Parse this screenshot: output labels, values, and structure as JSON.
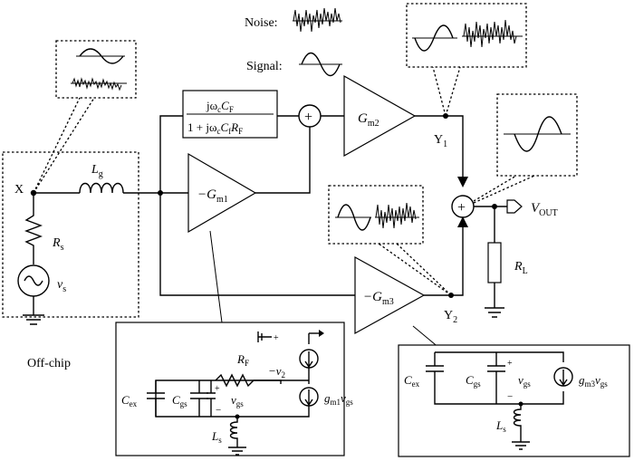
{
  "offchip": {
    "label": "Off-chip",
    "node_x": "X",
    "rs": {
      "base": "R",
      "sub": "s"
    },
    "vs": {
      "base": "v",
      "sub": "s"
    }
  },
  "inductor_lg": {
    "base": "L",
    "sub": "g"
  },
  "filter": {
    "num_prefix": "jω",
    "num_sub": "c",
    "num_c": "C",
    "num_c_sub": "F",
    "den_prefix": "1 + jω",
    "den_sub": "c",
    "den_c": "C",
    "den_c_sub": "f",
    "den_r": "R",
    "den_r_sub": "F"
  },
  "legend": {
    "noise": "Noise:",
    "signal": "Signal:"
  },
  "amplifiers": {
    "gm1": {
      "base": "−G",
      "sub": "m1"
    },
    "gm2": {
      "base": "G",
      "sub": "m2"
    },
    "gm3": {
      "base": "−G",
      "sub": "m3"
    }
  },
  "nodes": {
    "y1": {
      "base": "Y",
      "sub": "1"
    },
    "y2": {
      "base": "Y",
      "sub": "2"
    }
  },
  "output": {
    "vout": {
      "base": "V",
      "sub": "OUT"
    },
    "rl": {
      "base": "R",
      "sub": "L"
    }
  },
  "sum_symbol": "+",
  "inset_left": {
    "rf": {
      "base": "R",
      "sub": "F"
    },
    "cex": {
      "base": "C",
      "sub": "ex"
    },
    "cgs": {
      "base": "C",
      "sub": "gs"
    },
    "vgs": {
      "base": "v",
      "sub": "gs"
    },
    "v2": {
      "base": "−v",
      "sub": "2"
    },
    "src": {
      "base": "g",
      "sub": "m1",
      "tail": "v",
      "tail_sub": "gs"
    },
    "ls": {
      "base": "L",
      "sub": "s"
    },
    "plus": "+",
    "minus": "−"
  },
  "inset_right": {
    "cex": {
      "base": "C",
      "sub": "ex"
    },
    "cgs": {
      "base": "C",
      "sub": "gs"
    },
    "vgs": {
      "base": "v",
      "sub": "gs"
    },
    "src": {
      "base": "g",
      "sub": "m3",
      "tail": "v",
      "tail_sub": "gs"
    },
    "ls": {
      "base": "L",
      "sub": "s"
    },
    "plus": "+",
    "minus": "−"
  }
}
